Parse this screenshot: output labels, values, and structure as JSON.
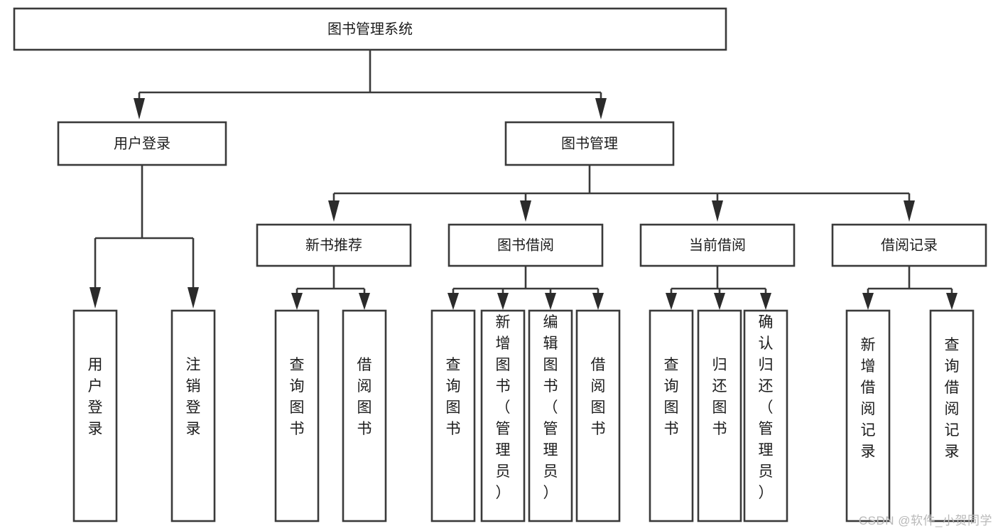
{
  "diagram": {
    "type": "tree",
    "title": "图书管理系统",
    "style": {
      "box_fill": "#ffffff",
      "box_stroke": "#3a3a3a",
      "text_color": "#1c1c1c",
      "watermark_color": "#b9b9b9",
      "background": "#ffffff"
    },
    "root": {
      "label": "图书管理系统"
    },
    "level1": [
      {
        "label": "用户登录"
      },
      {
        "label": "图书管理"
      }
    ],
    "level2": [
      {
        "label": "新书推荐"
      },
      {
        "label": "图书借阅"
      },
      {
        "label": "当前借阅"
      },
      {
        "label": "借阅记录"
      }
    ],
    "leaves": {
      "user_login": [
        {
          "label": "用户登录"
        },
        {
          "label": "注销登录"
        }
      ],
      "new_book_recommend": [
        {
          "label": "查询图书"
        },
        {
          "label": "借阅图书"
        }
      ],
      "book_borrow": [
        {
          "label": "查询图书"
        },
        {
          "label": "新增图书（管理员）"
        },
        {
          "label": "编辑图书（管理员）"
        },
        {
          "label": "借阅图书"
        }
      ],
      "current_borrow": [
        {
          "label": "查询图书"
        },
        {
          "label": "归还图书"
        },
        {
          "label": "确认归还（管理员）"
        }
      ],
      "borrow_record": [
        {
          "label": "新增借阅记录"
        },
        {
          "label": "查询借阅记录"
        }
      ]
    }
  },
  "watermark": {
    "text": "CSDN @软件_小贺同学"
  }
}
